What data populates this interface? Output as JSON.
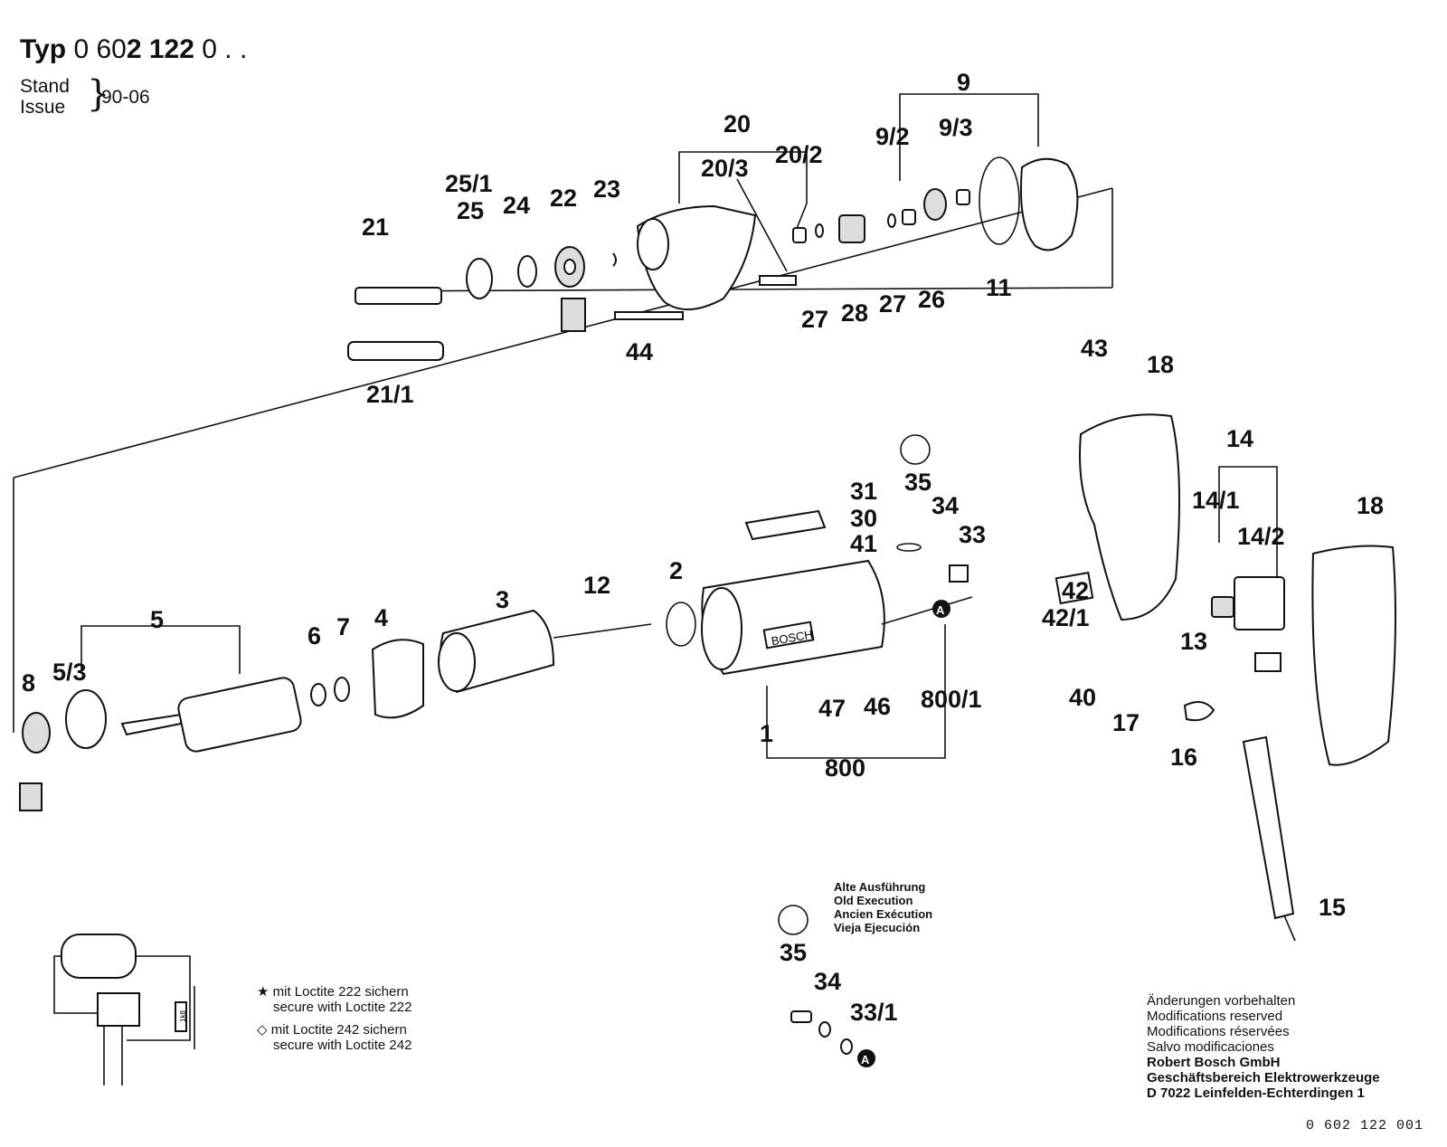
{
  "header": {
    "typ_label": "Typ",
    "typ_number_a": "0 60",
    "typ_number_b": "2 122",
    "typ_number_c": " 0 . .",
    "stand_label": "Stand",
    "issue_label": "Issue",
    "date": "90-06"
  },
  "labels": {
    "l9": "9",
    "l9_2": "9/2",
    "l9_3": "9/3",
    "l20": "20",
    "l20_3": "20/3",
    "l20_2": "20/2",
    "l25_1": "25/1",
    "l25": "25",
    "l24": "24",
    "l22": "22",
    "l23": "23",
    "l21": "21",
    "l21_1": "21/1",
    "l44": "44",
    "l27a": "27",
    "l28": "28",
    "l27b": "27",
    "l26": "26",
    "l11": "11",
    "l43": "43",
    "l18a": "18",
    "l14": "14",
    "l14_1": "14/1",
    "l14_2": "14/2",
    "l18b": "18",
    "l42": "42",
    "l42_1": "42/1",
    "l13": "13",
    "l40": "40",
    "l17": "17",
    "l16": "16",
    "l15": "15",
    "l31": "31",
    "l30": "30",
    "l41": "41",
    "l35": "35",
    "l34": "34",
    "l33": "33",
    "l5": "5",
    "l5_3": "5/3",
    "l8": "8",
    "l6": "6",
    "l7": "7",
    "l4": "4",
    "l3": "3",
    "l12": "12",
    "l2": "2",
    "l1": "1",
    "l47": "47",
    "l46": "46",
    "l800_1": "800/1",
    "l800": "800",
    "l35b": "35",
    "l34b": "34",
    "l33_1": "33/1",
    "marker_a": "A",
    "marker_a2": "A",
    "brand": "BOSCH",
    "resistor": "1k8"
  },
  "old_execution": [
    "Alte Ausführung",
    "Old Execution",
    "Ancien Exécution",
    "Vieja Ejecución"
  ],
  "notes": {
    "loctite222_de": "mit Loctite 222 sichern",
    "loctite222_en": "secure with Loctite 222",
    "loctite242_de": "mit Loctite 242 sichern",
    "loctite242_en": "secure with Loctite 242"
  },
  "footer": {
    "mod_de": "Änderungen vorbehalten",
    "mod_en": "Modifications reserved",
    "mod_fr": "Modifications réservées",
    "mod_es": "Salvo modificaciones",
    "company": "Robert Bosch GmbH",
    "division": "Geschäftsbereich Elektrowerkzeuge",
    "address": "D 7022 Leinfelden-Echterdingen 1",
    "doc_number": "0 602 122 001"
  }
}
